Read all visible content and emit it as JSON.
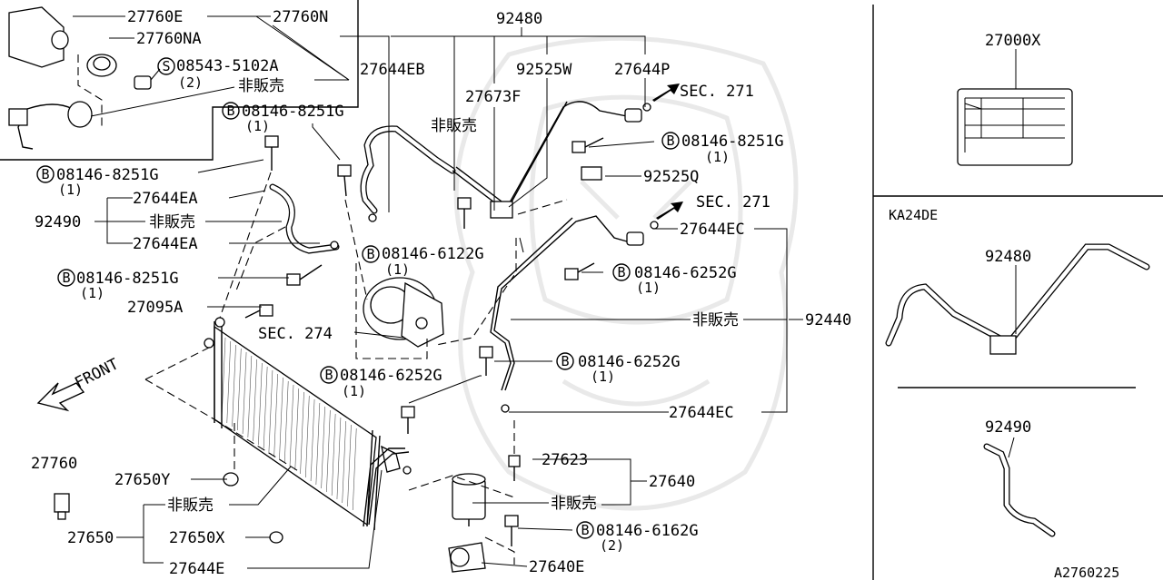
{
  "labels": {
    "p27760E": "27760E",
    "p27760N": "27760N",
    "p27760NA": "27760NA",
    "s08543": "08543-5102A",
    "s08543_qty": "(2)",
    "nothanbai_tl": "非販売",
    "b_g1": "08146-8251G",
    "b_g1_qty": "(1)",
    "b_g2": "08146-8251G",
    "b_g2_qty": "(1)",
    "p27644EA_1": "27644EA",
    "p92490_l": "92490",
    "nothanbai_l": "非販売",
    "p27644EA_2": "27644EA",
    "b_g3": "08146-8251G",
    "b_g3_qty": "(1)",
    "p27095A": "27095A",
    "sec274": "SEC. 274",
    "front": "FRONT",
    "p92480": "92480",
    "p27644EB": "27644EB",
    "p92525W": "92525W",
    "p27644P": "27644P",
    "p27673F": "27673F",
    "nothanbai_c": "非販売",
    "sec271_1": "SEC. 271",
    "b_g4": "08146-8251G",
    "b_g4_qty": "(1)",
    "p92525Q": "92525Q",
    "sec271_2": "SEC. 271",
    "p27644EC_1": "27644EC",
    "b_6122": "08146-6122G",
    "b_6122_qty": "(1)",
    "b_6252_1": "08146-6252G",
    "b_6252_1_qty": "(1)",
    "nothanbai_r": "非販売",
    "p92440": "92440",
    "b_6252_2": "08146-6252G",
    "b_6252_2_qty": "(1)",
    "b_6252_3": "08146-6252G",
    "b_6252_3_qty": "(1)",
    "p27644EC_2": "27644EC",
    "p27760": "27760",
    "p27650Y": "27650Y",
    "nothanbai_bl": "非販売",
    "p27650": "27650",
    "p27650X": "27650X",
    "p27644E": "27644E",
    "p27623": "27623",
    "p27640": "27640",
    "nothanbai_br": "非販売",
    "b_6162": "08146-6162G",
    "b_6162_qty": "(2)",
    "p27640E": "27640E",
    "p27000X": "27000X",
    "ka24de": "KA24DE",
    "p92480_r": "92480",
    "p92490_r": "92490",
    "ref": "A2760225"
  },
  "symbols": {
    "bolt_circle": "B",
    "screw_circle": "S"
  }
}
